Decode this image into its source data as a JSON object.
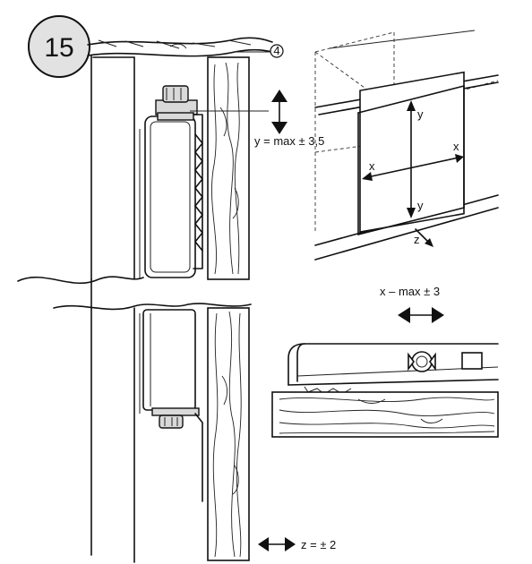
{
  "step": {
    "number": "15"
  },
  "callout": {
    "number": "4"
  },
  "tolerances": {
    "y": "y = max ± 3,5",
    "x": "x – max ± 3",
    "z": "z = ± 2"
  },
  "axes": {
    "y_top": "y",
    "y_bottom": "y",
    "x_left": "x",
    "x_right": "x",
    "z": "z"
  }
}
